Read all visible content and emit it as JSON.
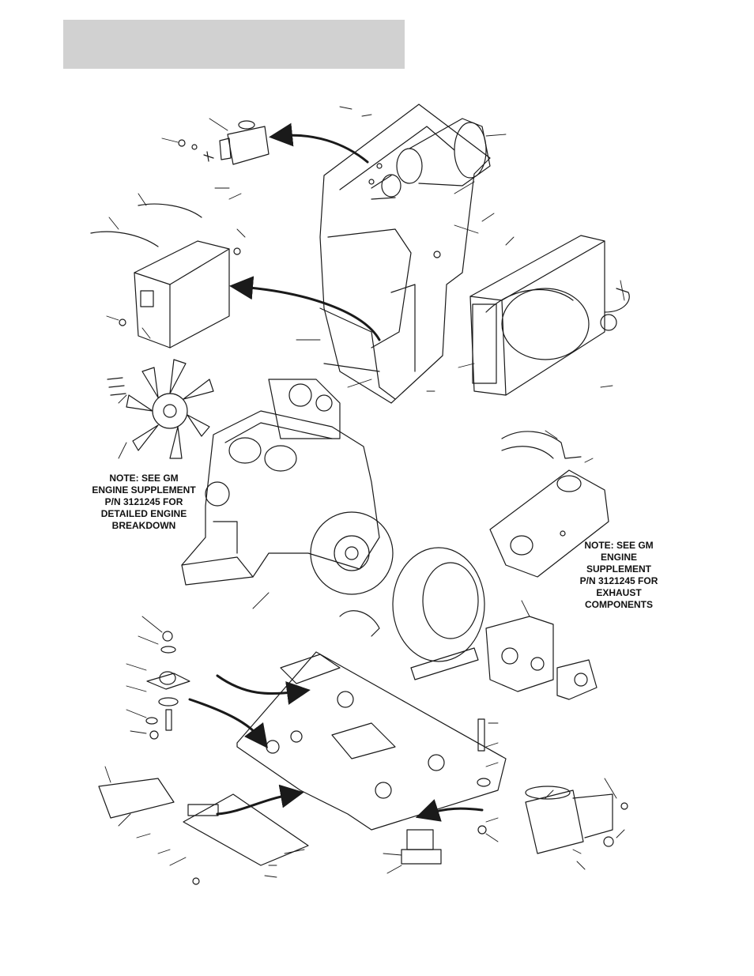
{
  "header": {
    "title": ""
  },
  "notes": {
    "engine": [
      "NOTE: SEE GM",
      "ENGINE SUPPLEMENT",
      "P/N 3121245 FOR",
      "DETAILED ENGINE",
      "BREAKDOWN"
    ],
    "exhaust": [
      "NOTE: SEE GM",
      "ENGINE",
      "SUPPLEMENT",
      "P/N 3121245 FOR",
      "EXHAUST",
      "COMPONENTS"
    ]
  },
  "colors": {
    "header_bar": "#d1d1d1",
    "line": "#1a1a1a"
  }
}
